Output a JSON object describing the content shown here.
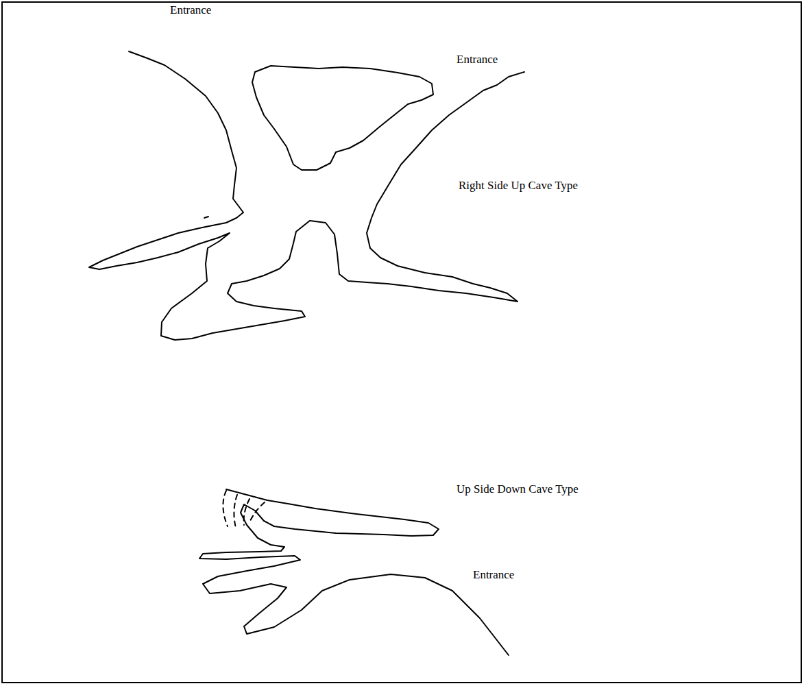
{
  "diagram": {
    "labels": [
      "Entrance",
      "Entrance",
      "Right Side Up Cave Type",
      "Up Side Down Cave Type",
      "Entrance"
    ]
  }
}
